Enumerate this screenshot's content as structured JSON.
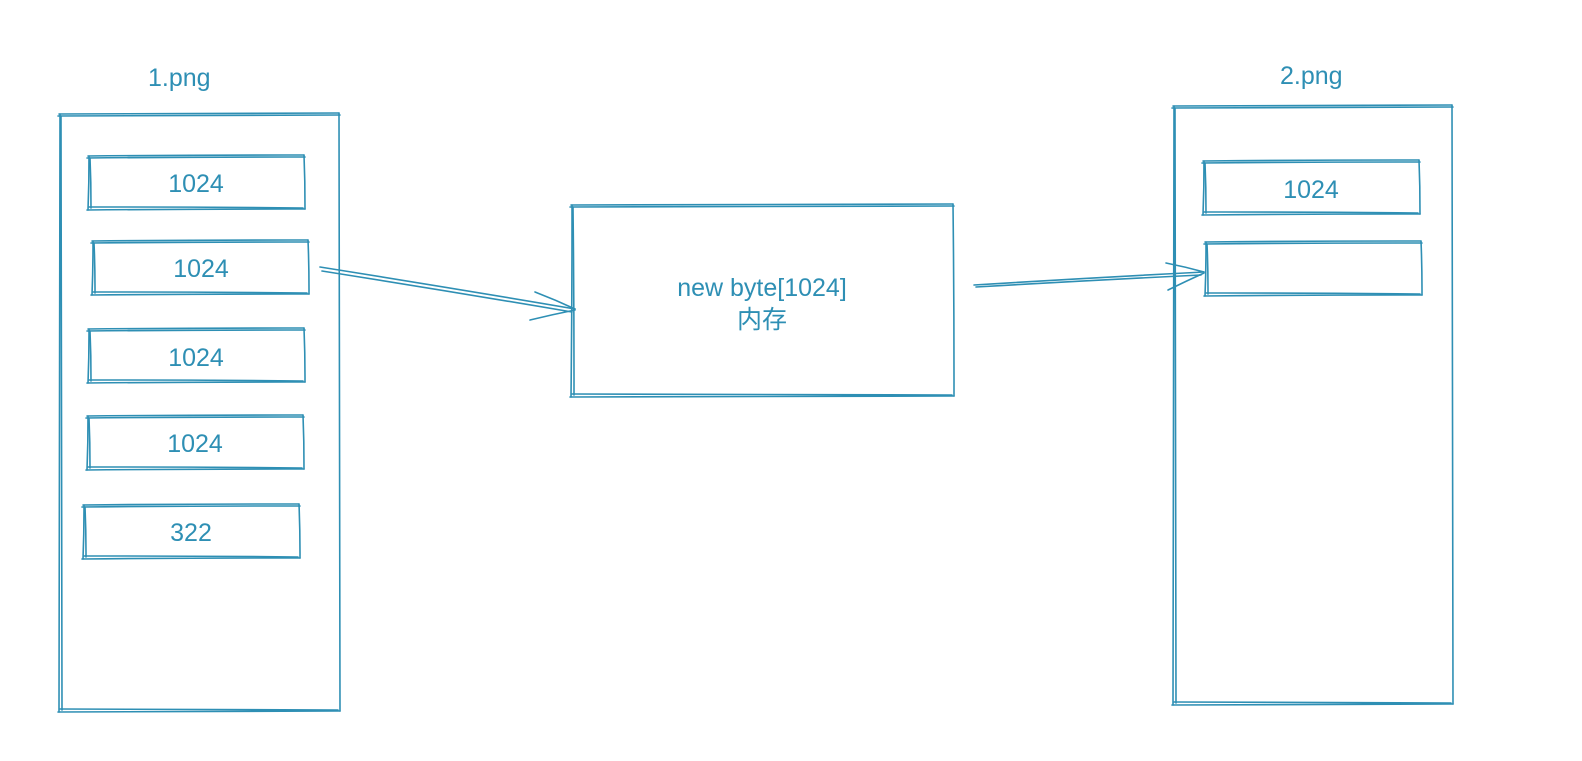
{
  "colors": {
    "stroke": "#2e8fb4",
    "text": "#2e8fb4"
  },
  "source_file": {
    "title": "1.png",
    "chunks": [
      "1024",
      "1024",
      "1024",
      "1024",
      "322"
    ]
  },
  "buffer": {
    "line1": "new byte[1024]",
    "line2": "内存"
  },
  "target_file": {
    "title": "2.png",
    "chunks": [
      "1024",
      ""
    ]
  }
}
